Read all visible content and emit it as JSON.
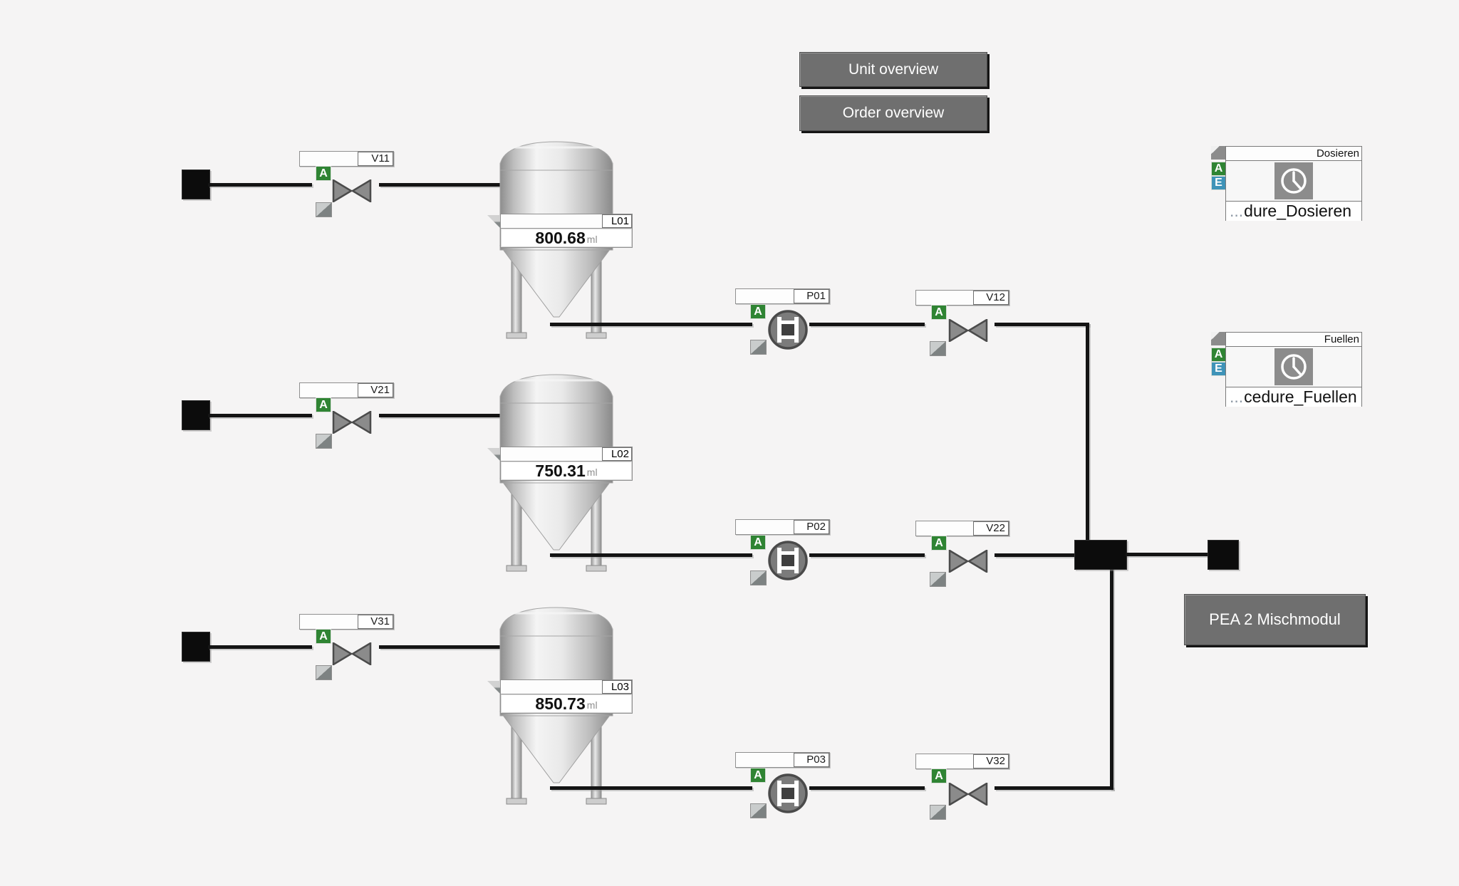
{
  "colors": {
    "background": "#f5f4f4",
    "button_gray": "#6f6f6f",
    "badge_auto_green": "#2f8433",
    "badge_ext_blue": "#3e93b8",
    "pipe_black": "#141414",
    "valve_gray": "#8b8b8b"
  },
  "badges": {
    "auto": "A",
    "ext": "E"
  },
  "buttons": {
    "unit_overview": "Unit overview",
    "order_overview": "Order overview",
    "pea2": "PEA 2 Mischmodul"
  },
  "lines": [
    {
      "feed_valve": "V11",
      "tank_tag": "L01",
      "level": "800.68",
      "unit": "ml",
      "pump": "P01",
      "out_valve": "V12"
    },
    {
      "feed_valve": "V21",
      "tank_tag": "L02",
      "level": "750.31",
      "unit": "ml",
      "pump": "P02",
      "out_valve": "V22"
    },
    {
      "feed_valve": "V31",
      "tank_tag": "L03",
      "level": "850.73",
      "unit": "ml",
      "pump": "P03",
      "out_valve": "V32"
    }
  ],
  "procedures": [
    {
      "title": "Dosieren",
      "name_prefix": "...",
      "name": "dure_Dosieren",
      "icon": "clock-icon"
    },
    {
      "title": "Fuellen",
      "name_prefix": "...",
      "name": "cedure_Fuellen",
      "icon": "clock-icon"
    }
  ],
  "icons": {
    "pump": "pump-rotor-icon",
    "valve": "valve-bowtie-icon",
    "procedure": "clock-icon"
  }
}
